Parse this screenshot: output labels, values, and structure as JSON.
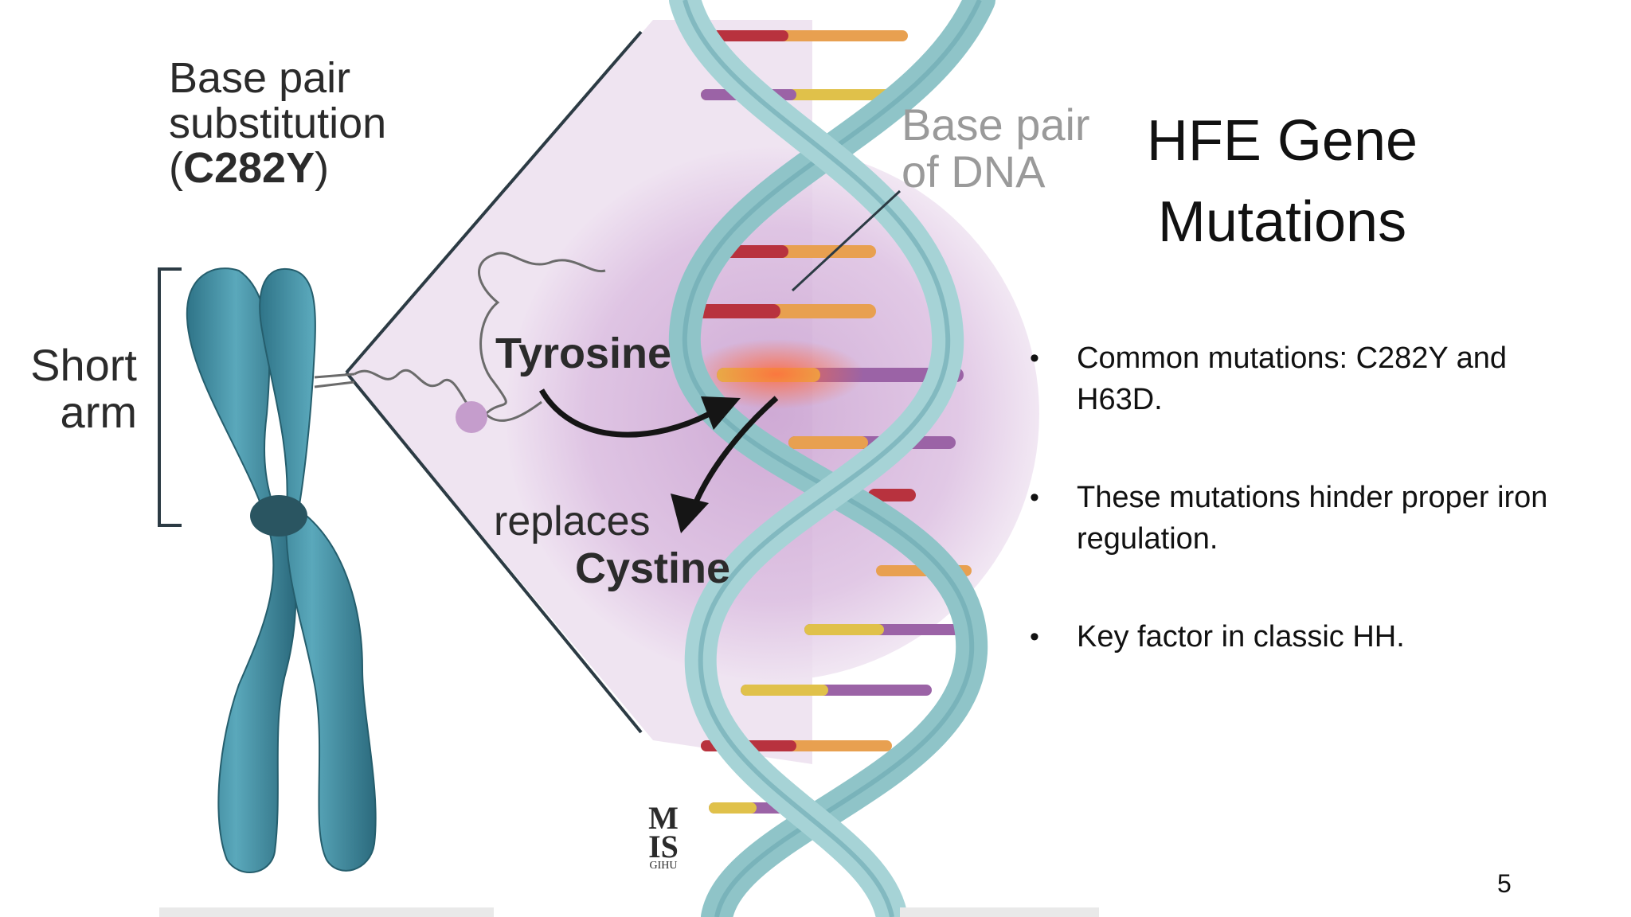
{
  "slide": {
    "title_line1": "HFE Gene",
    "title_line2": "Mutations",
    "bullets": [
      {
        "text": "Common mutations: C282Y and H63D."
      },
      {
        "text": "These mutations hinder proper iron regulation."
      },
      {
        "text": "Key factor in classic HH."
      }
    ],
    "page_number": "5"
  },
  "diagram": {
    "base_pair_line1": "Base pair",
    "base_pair_line2": "substitution",
    "base_pair_paren_open": "(",
    "base_pair_code": "C282Y",
    "base_pair_paren_close": ")",
    "short_arm_line1": "Short",
    "short_arm_line2": "arm",
    "tyrosine": "Tyrosine",
    "replaces": "replaces",
    "cystine": "Cystine",
    "dna_line1": "Base pair",
    "dna_line2": "of DNA",
    "watermark_big1": "M",
    "watermark_big2": "IS",
    "watermark_small": "GIHU"
  },
  "colors": {
    "chromosome": "#3f8ea3",
    "helix": "#8fc4c8",
    "lavender": "#e7d8ec",
    "circle": "#d9b8dd",
    "rung_red": "#b8323e",
    "rung_orange": "#e8a050",
    "rung_purple": "#9b63a6",
    "rung_yellow": "#e0c14a"
  }
}
